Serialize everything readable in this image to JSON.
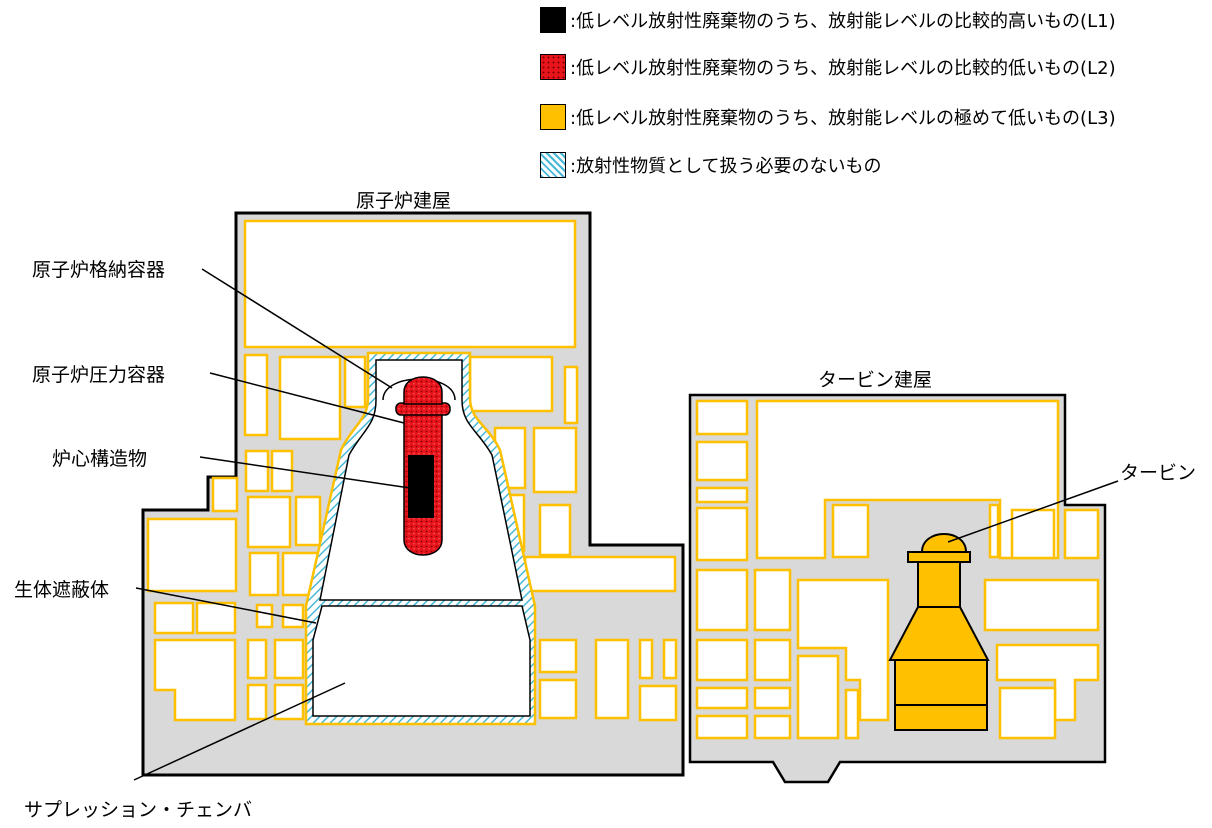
{
  "legend": [
    {
      "text": ":低レベル放射性廃棄物のうち、放射能レベルの比較的高いもの(L1)",
      "color": "#000000",
      "pattern": "solid-black"
    },
    {
      "text": ":低レベル放射性廃棄物のうち、放射能レベルの比較的低いもの(L2)",
      "color": "#e8141c",
      "pattern": "red-dotted"
    },
    {
      "text": ":低レベル放射性廃棄物のうち、放射能レベルの極めて低いもの(L3)",
      "color": "#ffc000",
      "pattern": "solid-orange"
    },
    {
      "text": ":放射性物質として扱う必要のないもの",
      "color": "#48b8d8",
      "pattern": "blue-hatched"
    }
  ],
  "buildings": {
    "reactor_building": "原子炉建屋",
    "turbine_building": "タービン建屋"
  },
  "labels": {
    "containment_vessel": "原子炉格納容器",
    "pressure_vessel": "原子炉圧力容器",
    "core_structure": "炉心構造物",
    "biological_shield": "生体遮蔽体",
    "suppression_chamber": "サプレッション・チェンバ",
    "turbine": "タービン"
  },
  "colors": {
    "building_gray": "#d9d9d9",
    "room_outline": "#ffc000",
    "l1_black": "#000000",
    "l2_red": "#e8141c",
    "l3_orange": "#ffc000",
    "clearance_blue": "#48b8d8"
  }
}
